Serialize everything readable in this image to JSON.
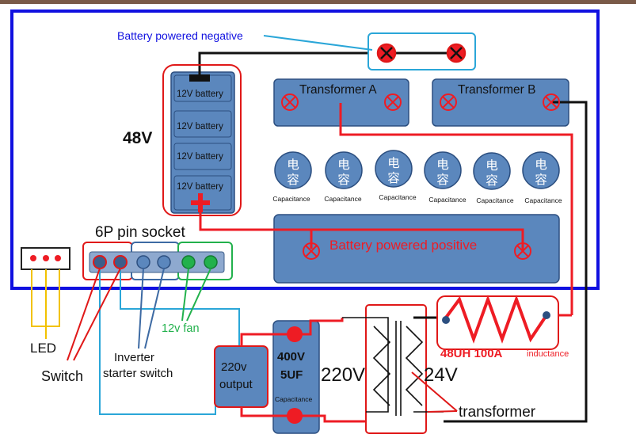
{
  "labels": {
    "battery_negative": "Battery powered negative",
    "voltage_48": "48V",
    "battery_cell": "12V battery",
    "transformer_a": "Transformer A",
    "transformer_b": "Transformer B",
    "capacitor_glyph_top": "电",
    "capacitor_glyph_bottom": "容",
    "capacitance": "Capacitance",
    "battery_positive": "Battery powered positive",
    "pin_socket": "6P pin socket",
    "led": "LED",
    "switch": "Switch",
    "inverter_line1": "Inverter",
    "inverter_line2": "starter switch",
    "fan": "12v fan",
    "output_line1": "220v",
    "output_line2": "output",
    "cap_voltage": "400V",
    "cap_value": "5UF",
    "cap_small": "Capacitance",
    "primary_voltage": "220V",
    "secondary_voltage": "24V",
    "inductor_rating": "48UH 100A",
    "inductance": "inductance",
    "transformer": "transformer"
  },
  "colors": {
    "frame_blue": "#1010e0",
    "box_fill": "#5b87bd",
    "box_stroke": "#2c4f80",
    "wire_red": "#ee1c24",
    "wire_black": "#111111",
    "wire_yellow": "#f2c200",
    "wire_cyan": "#2aa6d8",
    "callout_green": "#22b14c",
    "callout_red": "#e01818"
  }
}
